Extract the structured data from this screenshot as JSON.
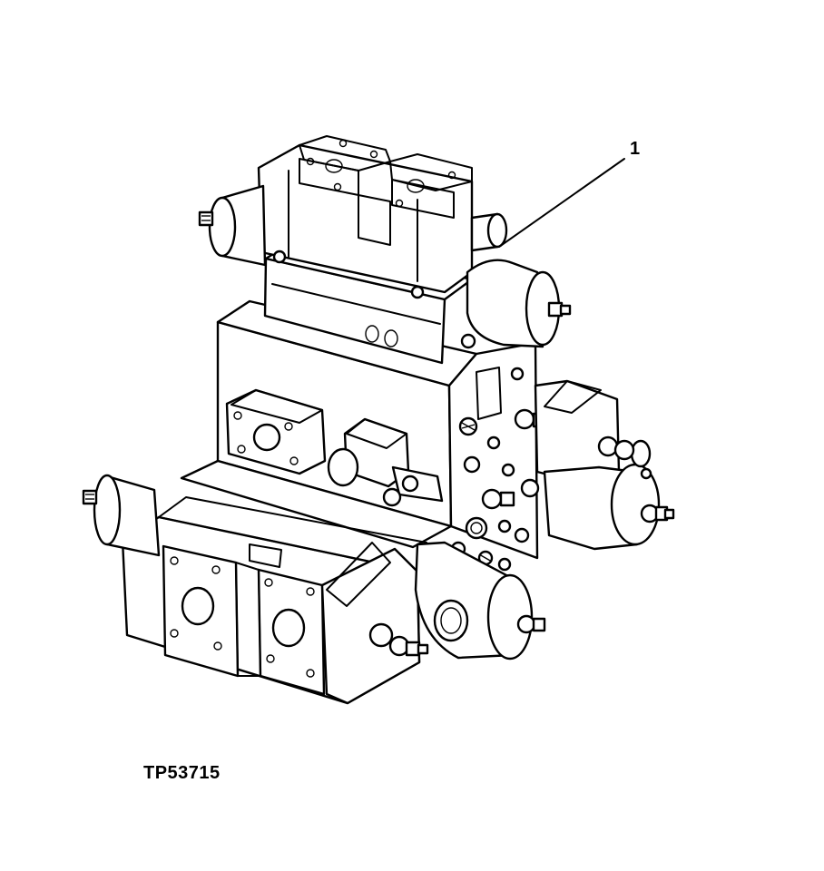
{
  "figure": {
    "id_label": "TP53715",
    "callouts": [
      {
        "number": "1"
      }
    ]
  },
  "colors": {
    "ink": "#000000",
    "paper": "#ffffff"
  },
  "icons": [
    "hydraulic-valve-assembly-illustration"
  ]
}
